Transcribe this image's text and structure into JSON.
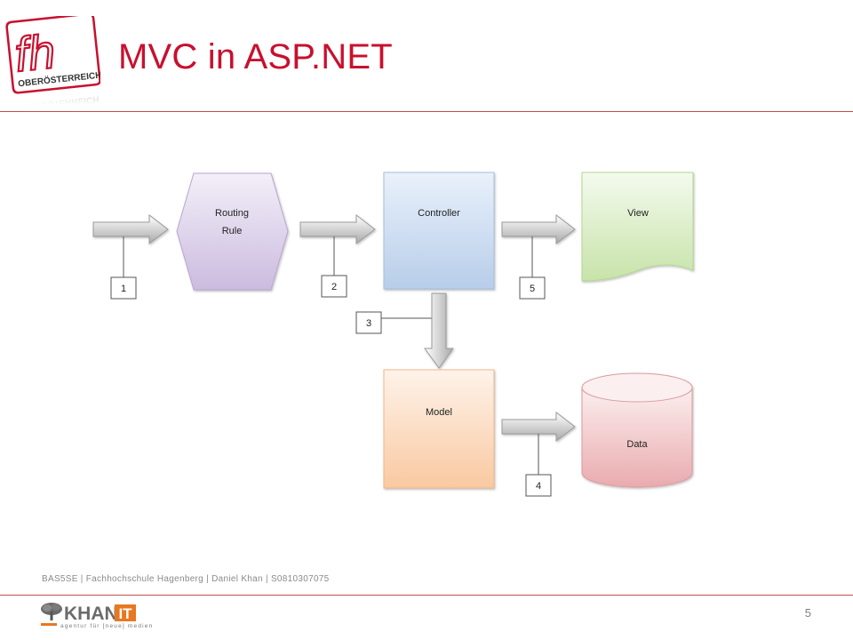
{
  "slide": {
    "title": "MVC in ASP.NET",
    "page_number": "5",
    "footer": "BAS5SE | Fachhochschule Hagenberg | Daniel Khan | S0810307075"
  },
  "logo": {
    "letters": "fh",
    "subtitle": "OBERÖSTERREICH"
  },
  "footer_logo": {
    "name_left": "KHAN",
    "name_right": "IT",
    "tagline": "agentur für [neue] medien"
  },
  "diagram": {
    "nodes": {
      "routing_line1": "Routing",
      "routing_line2": "Rule",
      "controller": "Controller",
      "view": "View",
      "model": "Model",
      "data": "Data"
    },
    "steps": [
      "1",
      "2",
      "3",
      "4",
      "5"
    ]
  },
  "colors": {
    "accent": "#c8102e",
    "rule": "#c0504d",
    "routing_fill": "#d9cde9",
    "controller_fill": "#c5d8ef",
    "view_fill": "#d6ebc1",
    "model_fill": "#fbd7b9",
    "data_fill": "#f0c2c4"
  }
}
